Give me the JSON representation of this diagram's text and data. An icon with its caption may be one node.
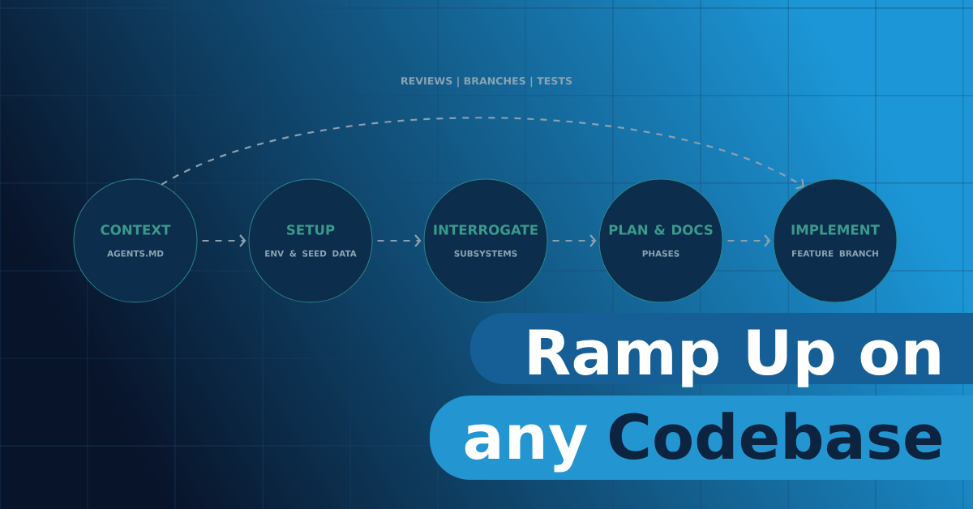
{
  "diagram": {
    "nodes": [
      {
        "text": [
          "CONTEXT",
          "AGENTS.MD"
        ]
      },
      {
        "text": [
          "SETUP",
          "ENV & SEED DATA"
        ]
      },
      {
        "text": [
          "INTERROGATE",
          "SUBSYSTEMS"
        ]
      },
      {
        "text": [
          "PLAN & DOCS",
          "PHASES"
        ]
      },
      {
        "text": [
          "IMPLEMENT",
          "FEATURE BRANCH"
        ]
      }
    ],
    "edges": [
      {
        "from": 0,
        "to": 1,
        "arrow": "to",
        "style": "dashed"
      },
      {
        "from": 1,
        "to": 2,
        "arrow": "to",
        "style": "dashed"
      },
      {
        "from": 2,
        "to": 3,
        "arrow": "to",
        "style": "dashed"
      },
      {
        "from": 3,
        "to": 4,
        "arrow": "to",
        "style": "dashed"
      },
      {
        "from": 0,
        "to": 4,
        "arrow": "to",
        "style": "dashed",
        "label": "REVIEWS | BRANCHES | TESTS"
      }
    ],
    "labels": [
      "Ramp Up on",
      "any",
      "Codebase"
    ]
  }
}
